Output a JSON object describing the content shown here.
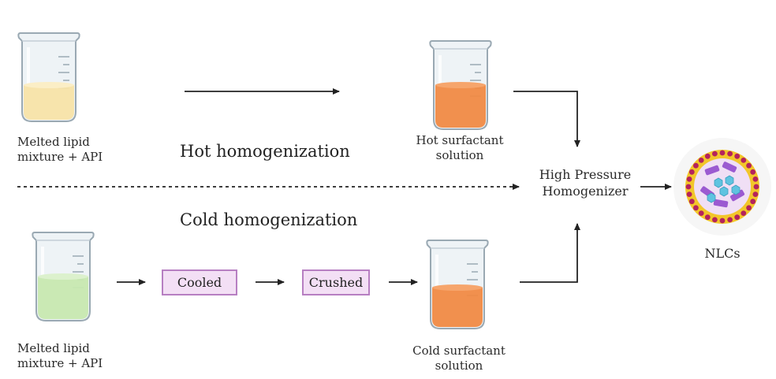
{
  "hot": {
    "heading": "Hot homogenization",
    "lipid_label_line1": "Melted lipid",
    "lipid_label_line2": "mixture + API",
    "surfactant_label_line1": "Hot surfactant",
    "surfactant_label_line2": "solution"
  },
  "cold": {
    "heading": "Cold homogenization",
    "lipid_label_line1": "Melted lipid",
    "lipid_label_line2": "mixture + API",
    "step1": "Cooled",
    "step2": "Crushed",
    "surfactant_label_line1": "Cold surfactant",
    "surfactant_label_line2": "solution"
  },
  "homogenizer": {
    "line1": "High Pressure",
    "line2": "Homogenizer"
  },
  "product": {
    "label": "NLCs"
  },
  "colors": {
    "hot_lipid": "#f7e3a8",
    "cold_lipid": "#c7e8b0",
    "surfactant": "#f08a44",
    "box_fill": "#f3dff5",
    "box_border": "#b77fc2",
    "lipid_shell": "#f2c62a",
    "shell_dots": "#b4235d",
    "lipid_core": "#f0dff5",
    "drug_rods": "#9b5ad1",
    "drug_hex": "#5fc3e0"
  }
}
